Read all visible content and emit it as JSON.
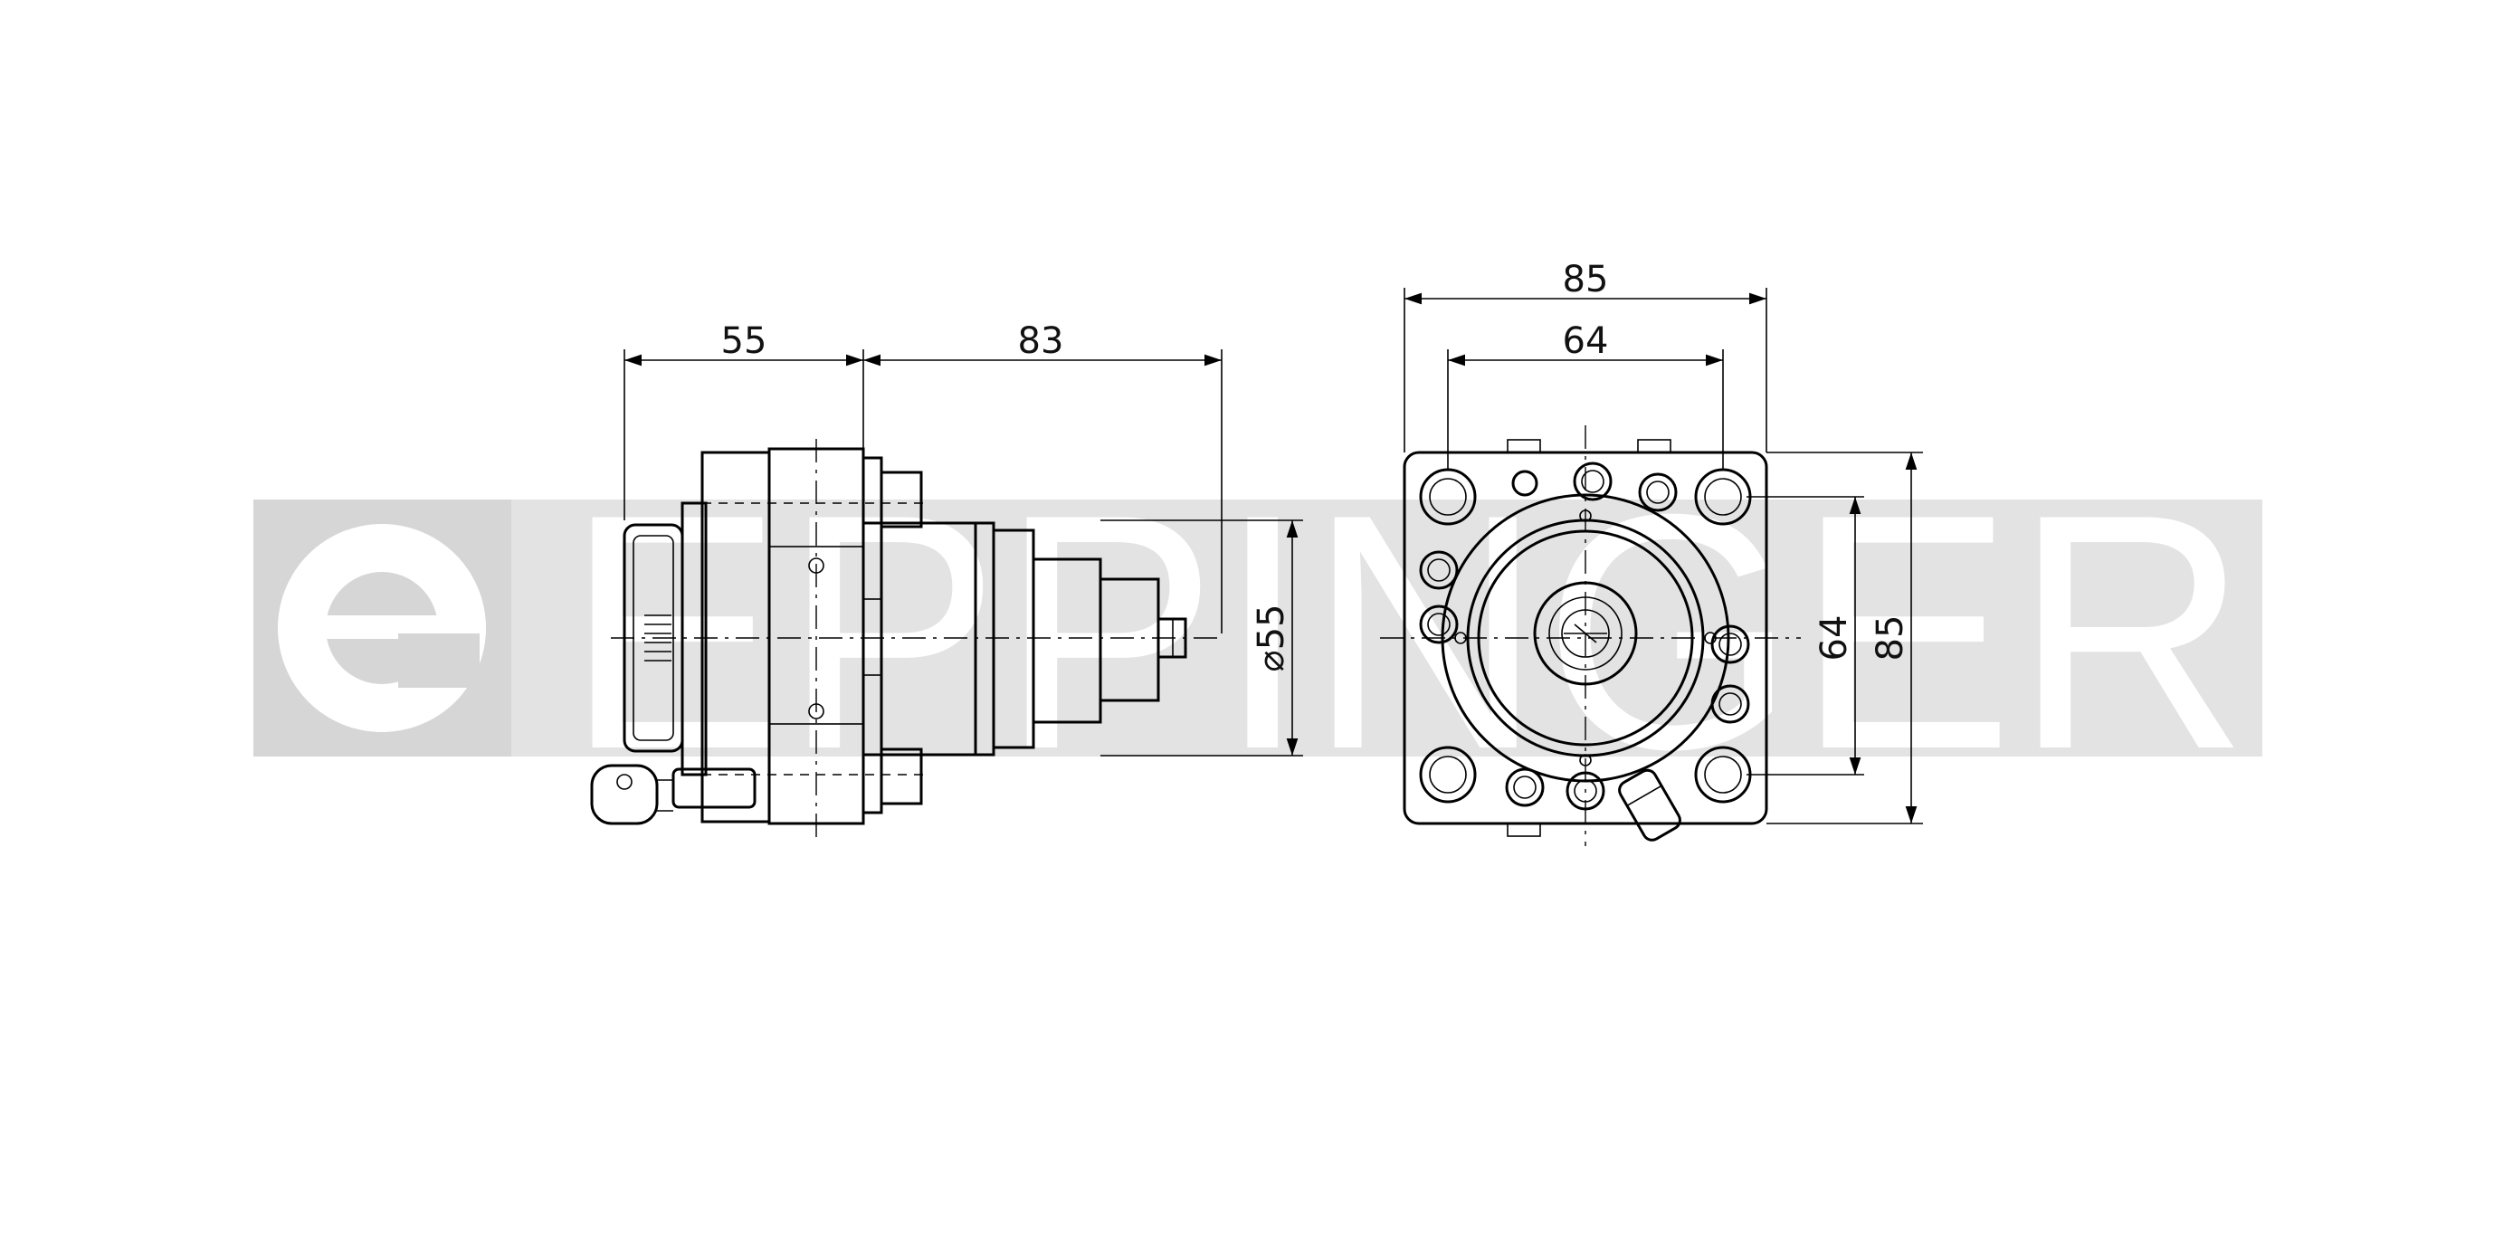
{
  "watermark": {
    "brand": "EPPINGER",
    "color": "#e3e3e3"
  },
  "side_view": {
    "dim_length_left": "55",
    "dim_length_right": "83",
    "dim_diameter": "⌀55"
  },
  "front_view": {
    "dim_width_outer": "85",
    "dim_width_inner": "64",
    "dim_height_inner": "64",
    "dim_height_outer": "85"
  }
}
